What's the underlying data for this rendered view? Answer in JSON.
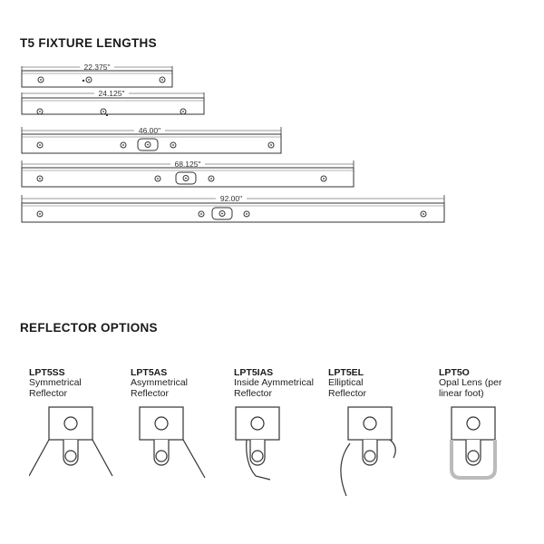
{
  "sections": {
    "lengths_title": "T5 FIXTURE LENGTHS",
    "reflectors_title": "REFLECTOR OPTIONS"
  },
  "fixtures": [
    {
      "label": "22.375\""
    },
    {
      "label": "24.125\""
    },
    {
      "label": "46.00\""
    },
    {
      "label": "68.125\""
    },
    {
      "label": "92.00\""
    }
  ],
  "reflectors": [
    {
      "code": "LPT5SS",
      "description": "Symmetrical\nReflector"
    },
    {
      "code": "LPT5AS",
      "description": "Asymmetrical\nReflector"
    },
    {
      "code": "LPT5IAS",
      "description": "Inside Aymmetrical\nReflector"
    },
    {
      "code": "LPT5EL",
      "description": "Elliptical\n Reflector"
    },
    {
      "code": "LPT5O",
      "description": "Opal Lens (per\nlinear foot)"
    }
  ],
  "colors": {
    "line": "#333333",
    "lens": "#bbbbbb"
  }
}
